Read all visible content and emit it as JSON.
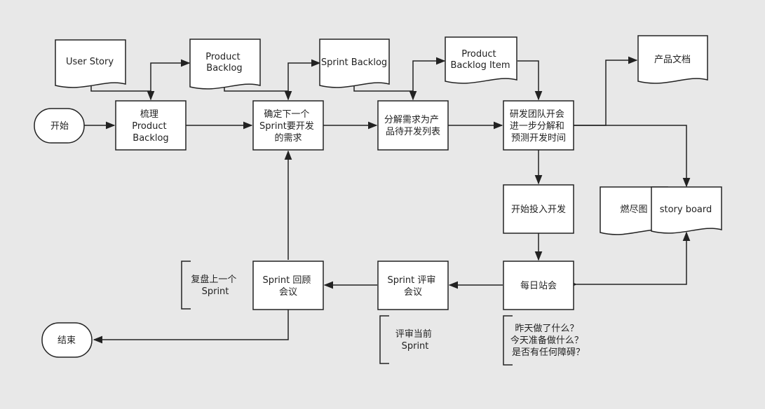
{
  "diagram": {
    "colors": {
      "background": "#e8e8e8",
      "node_fill": "#ffffff",
      "stroke": "#222222",
      "text": "#222222"
    },
    "nodes": {
      "start": [
        "开始"
      ],
      "end": [
        "结束"
      ],
      "user_story": [
        "User Story"
      ],
      "product_backlog_doc": [
        "Product",
        "Backlog"
      ],
      "sprint_backlog_doc": [
        "Sprint Backlog"
      ],
      "pbi_doc": [
        "Product",
        "Backlog Item"
      ],
      "product_doc": [
        "产品文档"
      ],
      "groom": [
        "梳理",
        "Product",
        "Backlog"
      ],
      "decide": [
        "确定下一个",
        "Sprint要开发",
        "的需求"
      ],
      "split": [
        "分解需求为产",
        "品待开发列表"
      ],
      "meeting": [
        "研发团队开会",
        "进一步分解和",
        "预测开发时间"
      ],
      "start_dev": [
        "开始投入开发"
      ],
      "standup": [
        "每日站会"
      ],
      "review": [
        "Sprint 评审",
        "会议"
      ],
      "retro": [
        "Sprint 回顾",
        "会议"
      ],
      "burndown": [
        "燃尽图"
      ],
      "story_board": [
        "story board"
      ]
    },
    "annotations": {
      "retro_note": [
        "复盘上一个",
        "Sprint"
      ],
      "review_note": [
        "评审当前",
        "Sprint"
      ],
      "standup_note": [
        "昨天做了什么？",
        "今天准备做什么？",
        "是否有任何障碍？"
      ]
    }
  }
}
